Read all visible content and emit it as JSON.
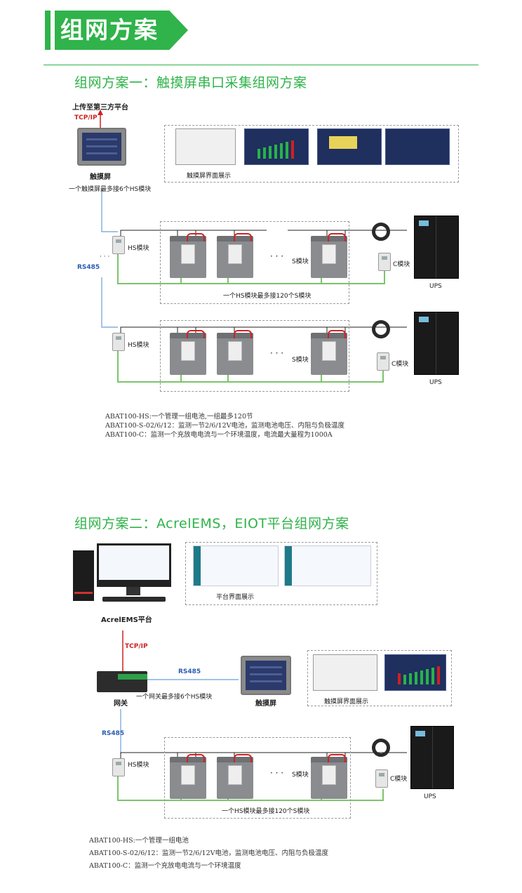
{
  "header": {
    "title": "组网方案"
  },
  "scheme1": {
    "title": "组网方案一：触摸屏串口采集组网方案",
    "upload_label": "上传至第三方平台",
    "tcpip": "TCP/IP",
    "touchscreen_label": "触摸屏",
    "touchscreen_note": "一个触摸屏最多接6个HS模块",
    "display_label": "触摸屏界面展示",
    "rs485": "RS485",
    "dots_v": "·  ·  ·",
    "hs_label": "HS模块",
    "s_label": "S模块",
    "c_label": "C模块",
    "ups_label": "UPS",
    "ellipsis": "· · ·",
    "hs_note": "一个HS模块最多接120个S模块",
    "notes": [
      "ABAT100-HS:一个管理一组电池,一组最多120节",
      "ABAT100-S-02/6/12：监测一节2/6/12V电池，监测电池电压、内阻与负极温度",
      "ABAT100-C：监测一个充放电电流与一个环境温度，电流最大量程为1000A"
    ]
  },
  "scheme2": {
    "title": "组网方案二：AcrelEMS，EIOT平台组网方案",
    "platform_display_label": "平台界面展示",
    "pc_label": "AcrelEMS平台",
    "tcpip": "TCP/IP",
    "rs485_a": "RS485",
    "rs485_b": "RS485",
    "gateway_label": "网关",
    "gateway_note": "一个网关最多接6个HS模块",
    "touchscreen_label": "触摸屏",
    "display_label": "触摸屏界面展示",
    "hs_label": "HS模块",
    "s_label": "S模块",
    "c_label": "C模块",
    "ups_label": "UPS",
    "ellipsis": "· · ·",
    "hs_note": "一个HS模块最多接120个S模块",
    "notes": [
      "ABAT100-HS:一个管理一组电池",
      "ABAT100-S-02/6/12：监测一节2/6/12V电池，监测电池电压、内阻与负极温度",
      "ABAT100-C：监测一个充放电电流与一个环境温度"
    ]
  },
  "colors": {
    "accent": "#2fb34a",
    "wire_green": "#7cc46a",
    "wire_blue": "#6a9fd8",
    "tcp_red": "#d02020"
  }
}
